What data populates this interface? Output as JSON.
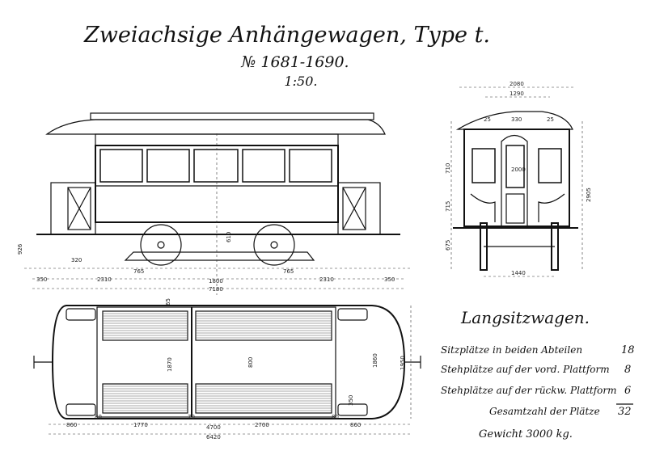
{
  "title": {
    "line1": "Zweiachsige Anhängewagen, Type t.",
    "line2": "№ 1681-1690.",
    "scale": "1:50."
  },
  "side_view_dims": {
    "left_overhang": "350",
    "left_platform": "2310",
    "left_wheel_offset": "765",
    "wheelbase": "1800",
    "right_wheel_offset": "765",
    "right_platform": "2310",
    "right_overhang": "350",
    "total_length": "7180",
    "step_height": "926",
    "step_offset": "320",
    "wheel_dim": "610"
  },
  "end_view_dims": {
    "total_width": "2080",
    "roof_width": "1290",
    "left_margin": "25",
    "lantern": "330",
    "right_margin": "25",
    "upper_height": "710",
    "door_height": "2000",
    "lower_height": "715",
    "total_height": "2905",
    "step_height": "675",
    "track_gauge": "1440"
  },
  "plan_view_dims": {
    "left_platform": "860",
    "left_gap": "80",
    "left_compartment": "1770",
    "partition": "70",
    "right_compartment": "2700",
    "right_gap": "80",
    "right_platform": "860",
    "body_length": "4700",
    "total_length": "6420",
    "inner_width": "1870",
    "aisle": "800",
    "platform_width": "1860",
    "total_width": "1950",
    "step": "350",
    "small": "65"
  },
  "seating": {
    "heading": "Langsitzwagen.",
    "rows": [
      {
        "label": "Sitzplätze in beiden Abteilen",
        "value": "18"
      },
      {
        "label": "Stehplätze auf der vord. Plattform",
        "value": "8"
      },
      {
        "label": "Stehplätze auf der rückw. Plattform",
        "value": "6"
      },
      {
        "label": "Gesamtzahl der Plätze",
        "value": "32"
      }
    ],
    "weight": "Gewicht 3000 kg."
  }
}
